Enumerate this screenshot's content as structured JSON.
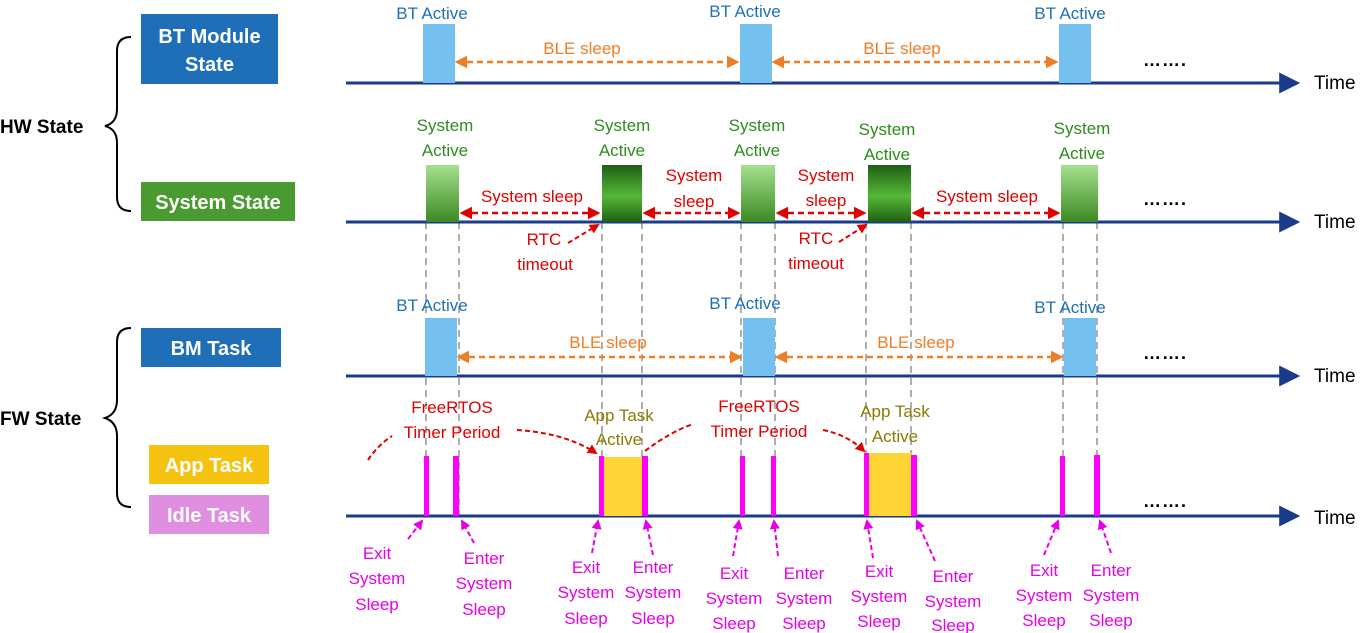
{
  "hw_state": {
    "label": "HW State",
    "bt_module_state": {
      "line1": "BT Module",
      "line2": "State"
    },
    "system_state": "System State"
  },
  "fw_state": {
    "label": "FW State",
    "bm_task": "BM Task",
    "app_task": "App Task",
    "idle_task": "Idle Task"
  },
  "axis": {
    "time_label": "Time",
    "continuation": "……."
  },
  "labels": {
    "bt_active": "BT Active",
    "ble_sleep": "BLE sleep",
    "system_active_1": "System",
    "system_active_2": "Active",
    "system_sleep": "System sleep",
    "system_sleep_1": "System",
    "system_sleep_2": "sleep",
    "rtc_timeout_1": "RTC",
    "rtc_timeout_2": "timeout",
    "freertos_1": "FreeRTOS",
    "freertos_2": "Timer Period",
    "app_active_1": "App Task",
    "app_active_2": "Active",
    "exit_1": "Exit",
    "exit_2": "System",
    "exit_3": "Sleep",
    "enter_1": "Enter",
    "enter_2": "System",
    "enter_3": "Sleep"
  },
  "colors": {
    "axis": "#1a3a8a",
    "bt_box": "#1f6fb8",
    "system_box": "#4a9a32",
    "app_box": "#f5c20f",
    "idle_box": "#e08ee0",
    "bt_pulse": "#74c0ee",
    "ble_arrow": "#ee7d27",
    "sleep_arrow": "#e00000",
    "task_pulse": "#ff00ff",
    "app_pulse": "#ffd535"
  }
}
